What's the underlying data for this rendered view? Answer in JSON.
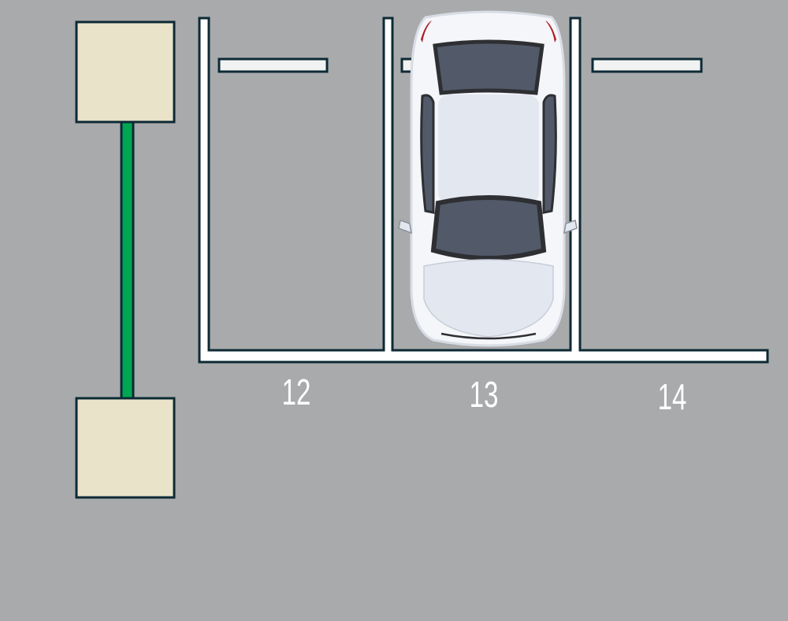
{
  "colors": {
    "ground": "#a9aaac",
    "line": "#ffffff",
    "outline": "#0d2a35",
    "box": "#e9e3c9",
    "connector": "#00a651",
    "car_body": "#e3e7f0",
    "car_glass": "#525a69"
  },
  "spaces": [
    {
      "label": "12",
      "occupied": false
    },
    {
      "label": "13",
      "occupied": true
    },
    {
      "label": "14",
      "occupied": false
    }
  ]
}
